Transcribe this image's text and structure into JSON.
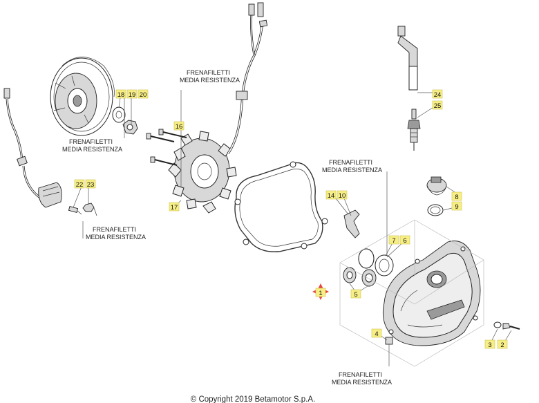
{
  "notes": {
    "line1": "FRENAFILETTI",
    "line2": "MEDIA RESISTENZA"
  },
  "callouts": {
    "c1": "1",
    "c2": "2",
    "c3": "3",
    "c4": "4",
    "c5": "5",
    "c6": "6",
    "c7": "7",
    "c8": "8",
    "c9": "9",
    "c10": "10",
    "c14": "14",
    "c16": "16",
    "c17": "17",
    "c18": "18",
    "c19": "19",
    "c20": "20",
    "c22": "22",
    "c23": "23",
    "c24": "24",
    "c25": "25"
  },
  "copyright": "© Copyright 2019 Betamotor S.p.A.",
  "colors": {
    "callout_fill": "#f7ef86",
    "marker_red": "#e8463c"
  }
}
